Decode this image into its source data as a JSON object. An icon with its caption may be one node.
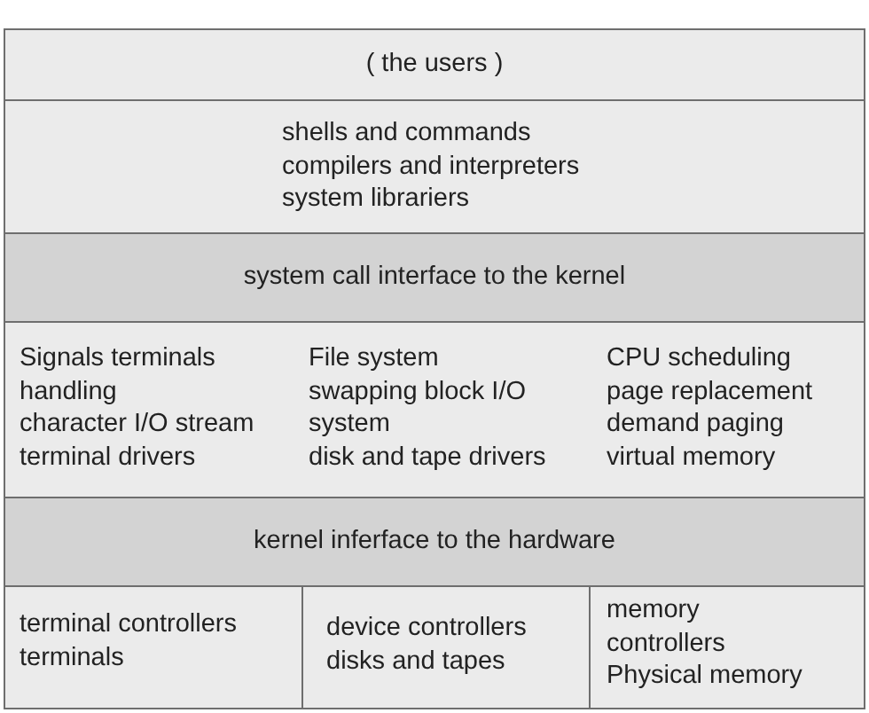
{
  "diagram": {
    "nodes": [
      {
        "text": [
          "( the users )"
        ]
      },
      {
        "text": [
          "shells and commands",
          "compilers and interpreters",
          "system librariers"
        ]
      },
      {
        "text": [
          "system call interface to the kernel"
        ]
      },
      {
        "text": [
          "Signals terminals handling",
          "character I/O stream",
          "terminal drivers",
          "File system",
          "swapping block I/O system",
          "disk and tape drivers",
          "CPU scheduling",
          "page replacement",
          "demand paging",
          "virtual memory"
        ]
      },
      {
        "text": [
          "kernel inferface to the hardware"
        ]
      },
      {
        "text": [
          "terminal controllers",
          "terminals"
        ]
      },
      {
        "text": [
          "device controllers",
          "disks and tapes"
        ]
      },
      {
        "text": [
          "memory controllers",
          "Physical memory"
        ]
      }
    ]
  }
}
